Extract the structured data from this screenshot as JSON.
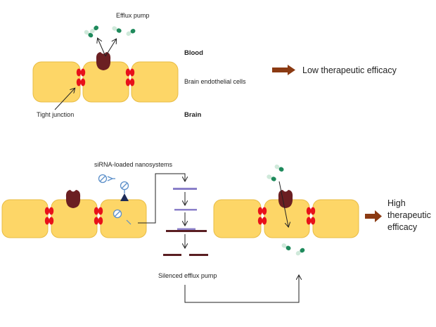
{
  "labels": {
    "efflux_pump": "Efflux pump",
    "blood": "Blood",
    "endothelial": "Brain endothelial cells",
    "brain": "Brain",
    "tight_junction": "Tight junction",
    "low_efficacy": "Low therapeutic  efficacy",
    "sirna": "siRNA-loaded nanosystems",
    "silenced": "Silenced efflux pump",
    "high_line1": "High",
    "high_line2": "therapeutic",
    "high_line3": "efficacy"
  },
  "colors": {
    "cell": "#FDD667",
    "cell_border": "#E8BC45",
    "junction": "#E8101A",
    "pump": "#6B1F22",
    "arrow": "#8B3A12",
    "drug_light": "#CFE9DA",
    "drug_dark": "#1F8A5C",
    "nano": "#5B8FC9",
    "rna": "#8A7FC9",
    "rna_dark": "#5A1E22"
  },
  "icons": [
    "efflux-pump-icon",
    "drug-capsule-icon",
    "tight-junction-icon",
    "nanoparticle-icon",
    "receptor-icon",
    "sirna-strand-icon",
    "thick-arrow-icon"
  ]
}
